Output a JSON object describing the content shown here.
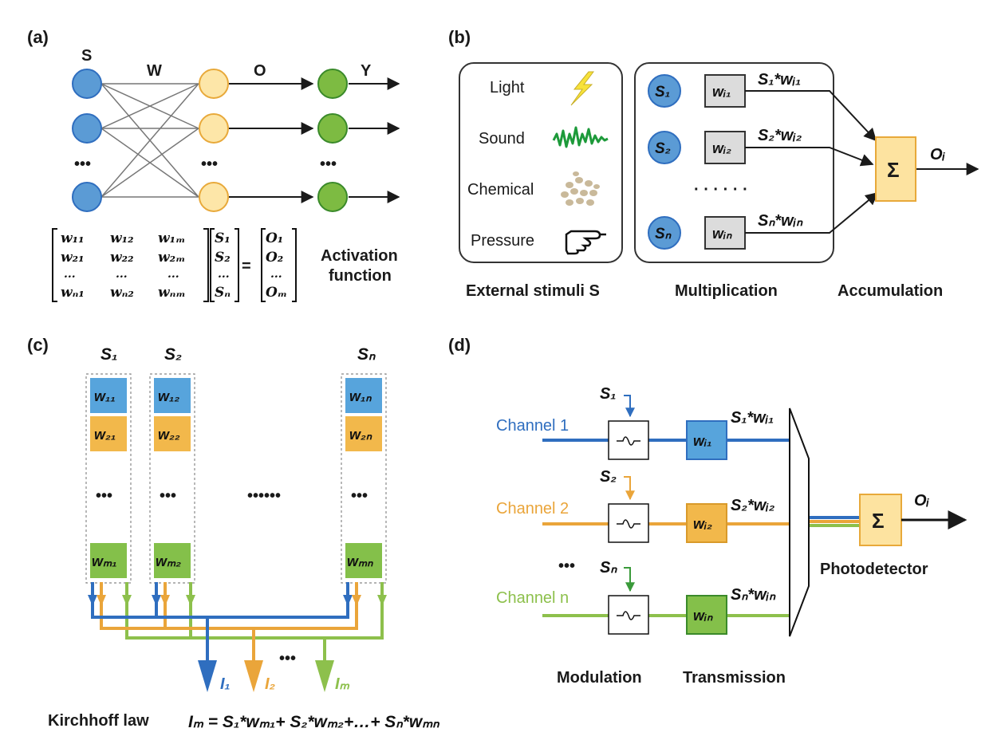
{
  "panel_a": {
    "label": "(a)",
    "s": "S",
    "w": "W",
    "o": "O",
    "y": "Y",
    "dots": "•••",
    "matrix_w": [
      [
        "w₁₁",
        "w₁₂",
        "w₁ₘ"
      ],
      [
        "w₂₁",
        "w₂₂",
        "w₂ₘ"
      ],
      [
        "...",
        "...",
        "..."
      ],
      [
        "wₙ₁",
        "wₙ₂",
        "wₙₘ"
      ]
    ],
    "vector_s": [
      "S₁",
      "S₂",
      "...",
      "Sₙ"
    ],
    "equals": "=",
    "vector_o": [
      "O₁",
      "O₂",
      "...",
      "Oₘ"
    ],
    "activation_1": "Activation",
    "activation_2": "function"
  },
  "panel_b": {
    "label": "(b)",
    "stimuli": [
      "Light",
      "Sound",
      "Chemical",
      "Pressure"
    ],
    "inputs": [
      "S₁",
      "S₂",
      "Sₙ"
    ],
    "weights": [
      "wᵢ₁",
      "wᵢ₂",
      "wᵢₙ"
    ],
    "products": [
      "S₁*wᵢ₁",
      "S₂*wᵢ₂",
      "Sₙ*wᵢₙ"
    ],
    "dots": "· · · · · ·",
    "sum": "Σ",
    "output": "Oᵢ",
    "captions": [
      "External stimuli S",
      "Multiplication",
      "Accumulation"
    ]
  },
  "panel_c": {
    "label": "(c)",
    "col_heads": [
      "S₁",
      "S₂",
      "Sₙ"
    ],
    "row1": [
      "w₁₁",
      "w₁₂",
      "w₁ₙ"
    ],
    "row2": [
      "w₂₁",
      "w₂₂",
      "w₂ₙ"
    ],
    "rowm": [
      "wₘ₁",
      "wₘ₂",
      "wₘₙ"
    ],
    "dots": "•••",
    "mid_dots": "••••••",
    "currents": [
      "I₁",
      "I₂",
      "Iₘ"
    ],
    "kirchhoff": "Kirchhoff law",
    "equation": "Iₘ = S₁*wₘ₁+ S₂*wₘ₂+…+ Sₙ*wₘₙ"
  },
  "panel_d": {
    "label": "(d)",
    "channels": [
      "Channel 1",
      "Channel 2",
      "Channel n"
    ],
    "inputs": [
      "S₁",
      "S₂",
      "Sₙ"
    ],
    "weights": [
      "wᵢ₁",
      "wᵢ₂",
      "wᵢₙ"
    ],
    "products": [
      "S₁*wᵢ₁",
      "S₂*wᵢ₂",
      "Sₙ*wᵢₙ"
    ],
    "dots": "•••",
    "sum": "Σ",
    "output": "Oᵢ",
    "captions": [
      "Modulation",
      "Transmission",
      "Photodetector"
    ]
  },
  "colors": {
    "blue": "#2f6ebf",
    "orange": "#eaa53a",
    "green": "#8dc04c",
    "node_blue": "#5b9bd5",
    "node_orange": "#fde6a8",
    "node_green": "#7dbb42",
    "weight_blue": "#57a4dc",
    "weight_orange": "#f2b84b",
    "weight_green": "#84c04a",
    "sum_fill": "#fde3a0"
  }
}
